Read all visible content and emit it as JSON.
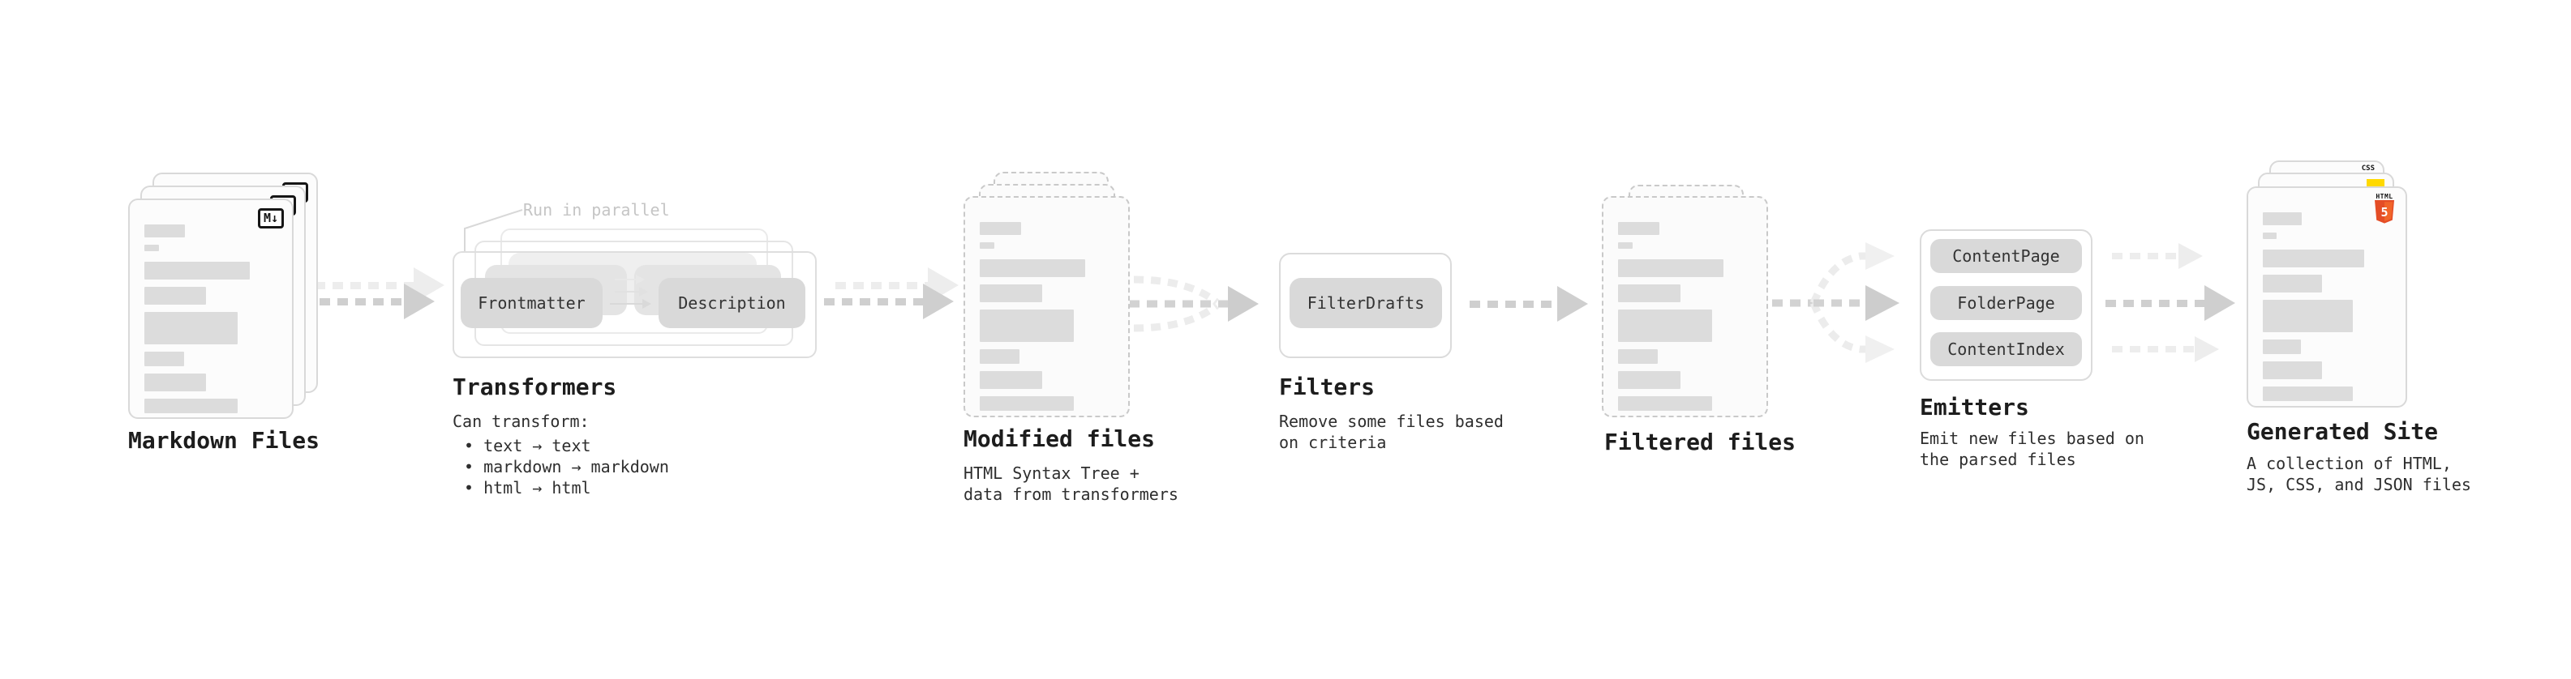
{
  "stages": {
    "markdown_files": {
      "label": "Markdown Files",
      "badge": "M↓"
    },
    "transformers": {
      "title": "Transformers",
      "callout": "Run in parallel",
      "pill_left": "Frontmatter",
      "pill_right": "Description",
      "intro": "Can transform:",
      "bullets": [
        "• text → text",
        "• markdown → markdown",
        "• html → html"
      ]
    },
    "modified_files": {
      "label": "Modified files",
      "sub1": "HTML Syntax Tree +",
      "sub2": "data from transformers"
    },
    "filters": {
      "title": "Filters",
      "pill": "FilterDrafts",
      "sub1": "Remove some files based",
      "sub2": "on criteria"
    },
    "filtered_files": {
      "label": "Filtered files"
    },
    "emitters": {
      "title": "Emitters",
      "pills": [
        "ContentPage",
        "FolderPage",
        "ContentIndex"
      ],
      "sub1": "Emit new files based on",
      "sub2": "the parsed files"
    },
    "generated_site": {
      "label": "Generated Site",
      "sub1": "A collection of HTML,",
      "sub2": "JS, CSS, and JSON files",
      "css_badge": "CSS",
      "html5_badge_top": "HTML",
      "html5_badge_number": "5"
    }
  },
  "colors": {
    "doc_border": "#d9d9d9",
    "doc_dashed_border": "#c9c9c9",
    "doc_fill": "#fcfcfc",
    "bar_fill": "#dcdcdc",
    "pill_fill": "#d9d9d9",
    "arrow_gray": "#cfcfcf",
    "arrow_faint": "#ededed",
    "callout_text": "#c5c5c5",
    "title_text": "#1d1d1d",
    "body_text": "#2e2e2e",
    "html5_orange": "#e44d26",
    "html5_orange_light": "#f16529",
    "js_yellow": "#ffd900",
    "css_blue": "#2965f1"
  }
}
